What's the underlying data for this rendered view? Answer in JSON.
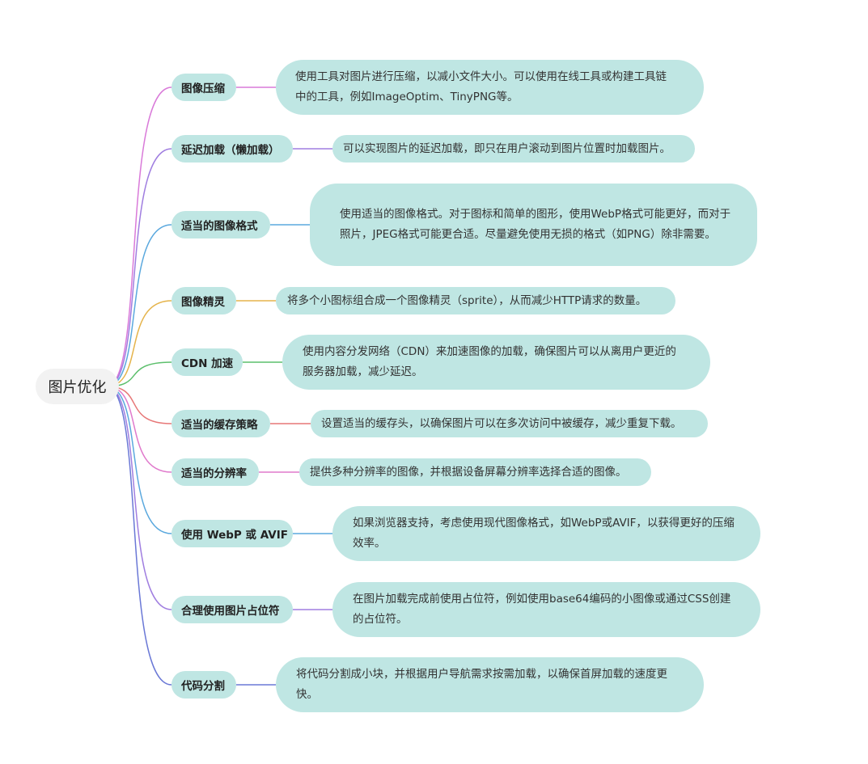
{
  "root": {
    "label": "图片优化"
  },
  "branches": [
    {
      "label": "图像压缩",
      "color": "#d97ad9",
      "desc": "使用工具对图片进行压缩，以减小文件大小。可以使用在线工具或构建工具链中的工具，例如ImageOptim、TinyPNG等。"
    },
    {
      "label": "延迟加载（懒加载）",
      "color": "#a07ee0",
      "desc": "可以实现图片的延迟加载，即只在用户滚动到图片位置时加载图片。"
    },
    {
      "label": "适当的图像格式",
      "color": "#5aa8de",
      "desc": "使用适当的图像格式。对于图标和简单的图形，使用WebP格式可能更好，而对于照片，JPEG格式可能更合适。尽量避免使用无损的格式（如PNG）除非需要。"
    },
    {
      "label": "图像精灵",
      "color": "#e5b44c",
      "desc": "将多个小图标组合成一个图像精灵（sprite），从而减少HTTP请求的数量。"
    },
    {
      "label": "CDN 加速",
      "color": "#5cbf6c",
      "desc": "使用内容分发网络（CDN）来加速图像的加载，确保图片可以从离用户更近的服务器加载，减少延迟。"
    },
    {
      "label": "适当的缓存策略",
      "color": "#e77777",
      "desc": "设置适当的缓存头，以确保图片可以在多次访问中被缓存，减少重复下载。"
    },
    {
      "label": "适当的分辨率",
      "color": "#e07acc",
      "desc": "提供多种分辨率的图像，并根据设备屏幕分辨率选择合适的图像。"
    },
    {
      "label": "使用 WebP 或 AVIF",
      "color": "#5aa8de",
      "desc": "如果浏览器支持，考虑使用现代图像格式，如WebP或AVIF，以获得更好的压缩效率。"
    },
    {
      "label": "合理使用图片占位符",
      "color": "#a07ee0",
      "desc": "在图片加载完成前使用占位符，例如使用base64编码的小图像或通过CSS创建的占位符。"
    },
    {
      "label": "代码分割",
      "color": "#6a78d6",
      "desc": "将代码分割成小块，并根据用户导航需求按需加载，以确保首屏加载的速度更快。"
    }
  ]
}
